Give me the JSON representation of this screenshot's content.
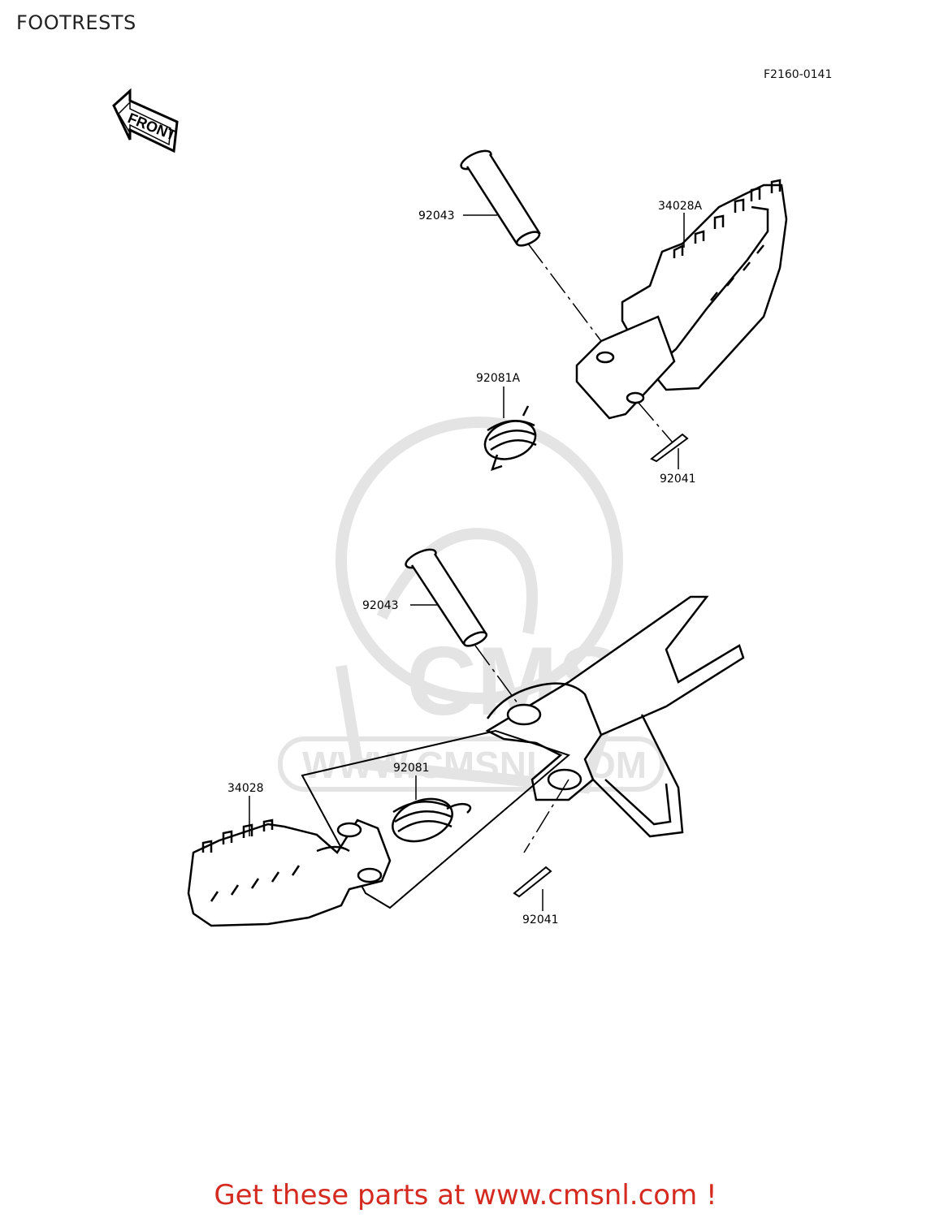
{
  "page": {
    "title": "FOOTRESTS",
    "diagram_code": "F2160-0141"
  },
  "front_arrow": {
    "label": "FRONT"
  },
  "parts": {
    "pin_upper": "92043",
    "footrest_right": "34028A",
    "spring_upper": "92081A",
    "cotter_upper": "92041",
    "pin_lower": "92043",
    "spring_lower": "92081",
    "footrest_left": "34028",
    "cotter_lower": "92041"
  },
  "watermark": {
    "brand": "CMS",
    "url": "WWW.CMSNL.COM"
  },
  "footer": {
    "text": "Get these parts at www.cmsnl.com !",
    "color": "#d42a20"
  }
}
